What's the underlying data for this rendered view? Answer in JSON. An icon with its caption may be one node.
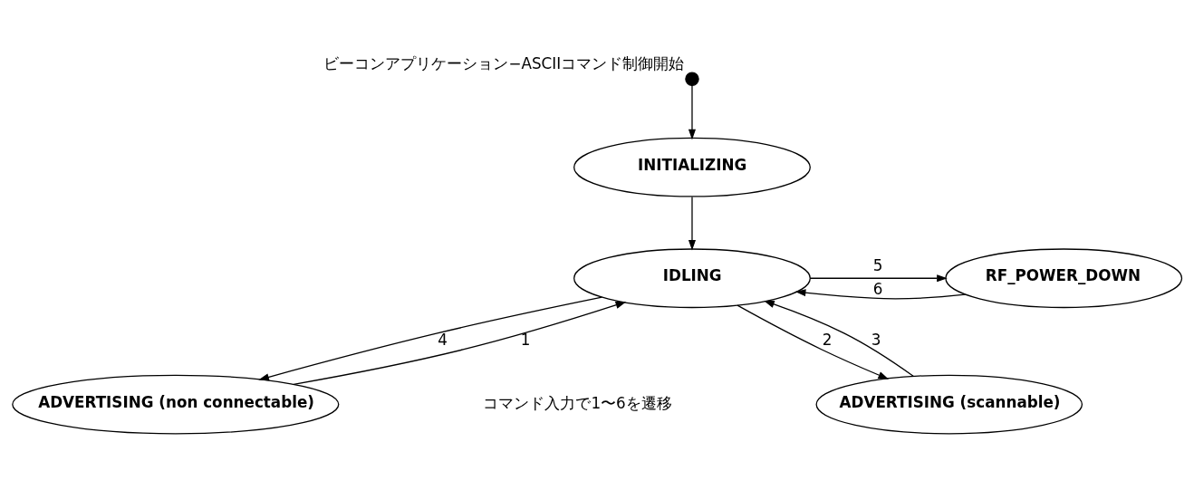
{
  "diagram": {
    "nodes": [
      {
        "text": [],
        "shape": "circle",
        "beside": [
          "ビーコンアプリケーション−ASCIIコマンド制御開始"
        ]
      },
      {
        "text": [
          "INITIALIZING"
        ]
      },
      {
        "text": [
          "RF_POWER_DOWN"
        ]
      },
      {
        "text": [
          "IDLING"
        ]
      },
      {
        "text": [
          "ADVERTISING (non connectable)"
        ]
      },
      {
        "text": [
          "ADVERTISING (scannable)"
        ]
      }
    ],
    "edges": [
      {
        "from": 0,
        "to": 1,
        "arrow": "to"
      },
      {
        "from": 1,
        "to": 3,
        "arrow": "to"
      },
      {
        "from": 3,
        "to": 2,
        "arrow": "to",
        "label": "5"
      },
      {
        "from": 2,
        "to": 3,
        "arrow": "to",
        "label": "6"
      },
      {
        "from": 4,
        "to": 3,
        "arrow": "to",
        "label": "1"
      },
      {
        "from": 3,
        "to": 4,
        "arrow": "to",
        "label": "4"
      },
      {
        "from": 3,
        "to": 5,
        "arrow": "to",
        "label": "2"
      },
      {
        "from": 5,
        "to": 3,
        "arrow": "to",
        "label": "3"
      }
    ],
    "labels": [
      "コマンド入力で1〜6を遷移"
    ]
  }
}
